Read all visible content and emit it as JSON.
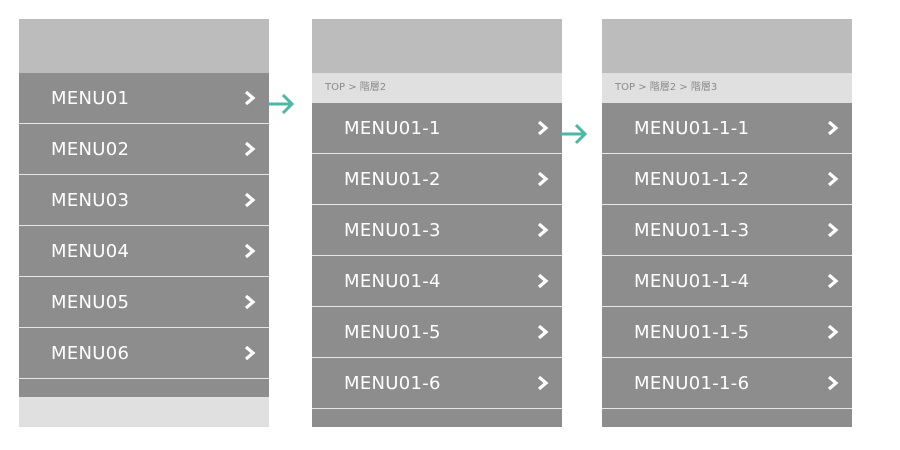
{
  "colors": {
    "header": "#bcbcbc",
    "breadcrumb_bg": "#e0e0e0",
    "menu_bg": "#8d8d8d",
    "divider": "#e6e6e6",
    "text": "#ffffff",
    "arrow_accent": "#4ab8a3"
  },
  "panels": [
    {
      "breadcrumb": null,
      "items": [
        {
          "label": "MENU01",
          "icon": "chevron-right-icon"
        },
        {
          "label": "MENU02",
          "icon": "chevron-right-icon"
        },
        {
          "label": "MENU03",
          "icon": "chevron-right-icon"
        },
        {
          "label": "MENU04",
          "icon": "chevron-right-icon"
        },
        {
          "label": "MENU05",
          "icon": "chevron-right-icon"
        },
        {
          "label": "MENU06",
          "icon": "chevron-right-icon"
        }
      ]
    },
    {
      "breadcrumb": "TOP > 階層2",
      "items": [
        {
          "label": "MENU01-1",
          "icon": "chevron-right-icon"
        },
        {
          "label": "MENU01-2",
          "icon": "chevron-right-icon"
        },
        {
          "label": "MENU01-3",
          "icon": "chevron-right-icon"
        },
        {
          "label": "MENU01-4",
          "icon": "chevron-right-icon"
        },
        {
          "label": "MENU01-5",
          "icon": "chevron-right-icon"
        },
        {
          "label": "MENU01-6",
          "icon": "chevron-right-icon"
        }
      ]
    },
    {
      "breadcrumb": "TOP > 階層2 > 階層3",
      "items": [
        {
          "label": "MENU01-1-1",
          "icon": "chevron-right-icon"
        },
        {
          "label": "MENU01-1-2",
          "icon": "chevron-right-icon"
        },
        {
          "label": "MENU01-1-3",
          "icon": "chevron-right-icon"
        },
        {
          "label": "MENU01-1-4",
          "icon": "chevron-right-icon"
        },
        {
          "label": "MENU01-1-5",
          "icon": "chevron-right-icon"
        },
        {
          "label": "MENU01-1-6",
          "icon": "chevron-right-icon"
        }
      ]
    }
  ],
  "connectors": [
    {
      "icon": "arrow-right-icon"
    },
    {
      "icon": "arrow-right-icon"
    }
  ]
}
